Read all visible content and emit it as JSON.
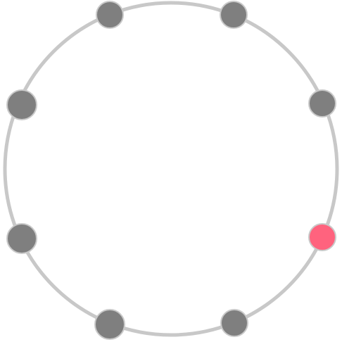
{
  "board": {
    "ring_color": "#c8c8c8",
    "node_fill": "#7f7f7f",
    "node_stroke": "#c9c9c9",
    "highlight_fill": "#ff637e",
    "nodes": [
      {
        "id": "node-1",
        "state": "default"
      },
      {
        "id": "node-2",
        "state": "default"
      },
      {
        "id": "node-3",
        "state": "default"
      },
      {
        "id": "node-4",
        "state": "highlighted"
      },
      {
        "id": "node-5",
        "state": "default"
      },
      {
        "id": "node-6",
        "state": "default"
      },
      {
        "id": "node-7",
        "state": "default"
      },
      {
        "id": "node-8",
        "state": "default"
      },
      {
        "id": "node-9",
        "state": "default"
      }
    ]
  }
}
